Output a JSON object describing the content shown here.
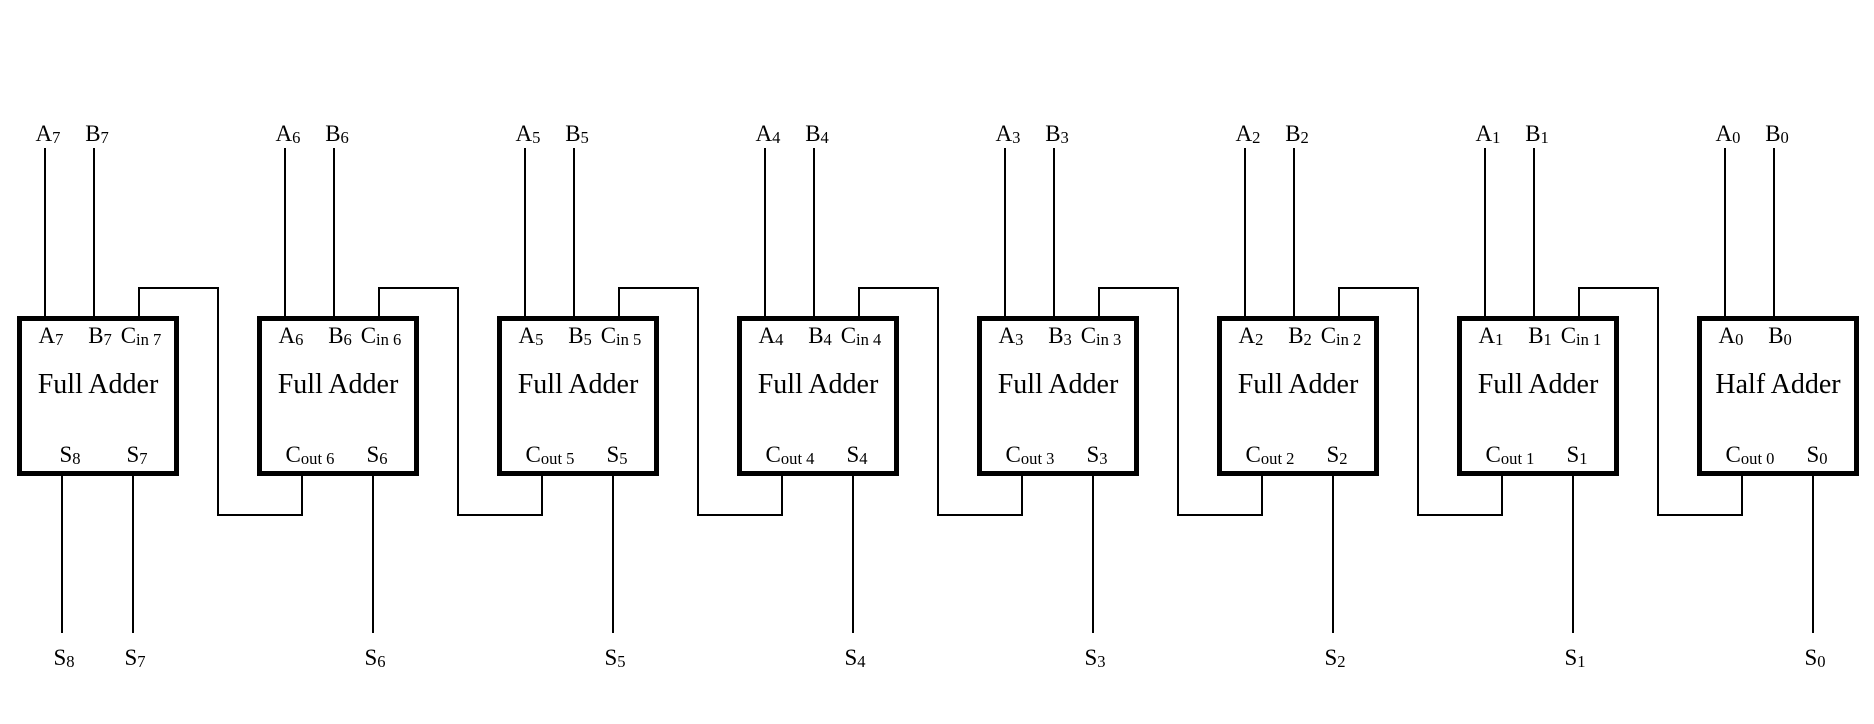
{
  "diagram": {
    "background": "#ffffff",
    "line_color": "#000000",
    "blocks": [
      {
        "type_label": "Full Adder",
        "a": {
          "base": "A",
          "sub": "7"
        },
        "b": {
          "base": "B",
          "sub": "7"
        },
        "cin": {
          "base": "C",
          "sub": "in 7"
        },
        "out_left": {
          "base": "S",
          "sub": "8"
        },
        "out_right": {
          "base": "S",
          "sub": "7"
        }
      },
      {
        "type_label": "Full Adder",
        "a": {
          "base": "A",
          "sub": "6"
        },
        "b": {
          "base": "B",
          "sub": "6"
        },
        "cin": {
          "base": "C",
          "sub": "in 6"
        },
        "out_left": {
          "base": "C",
          "sub": "out 6"
        },
        "out_right": {
          "base": "S",
          "sub": "6"
        }
      },
      {
        "type_label": "Full Adder",
        "a": {
          "base": "A",
          "sub": "5"
        },
        "b": {
          "base": "B",
          "sub": "5"
        },
        "cin": {
          "base": "C",
          "sub": "in 5"
        },
        "out_left": {
          "base": "C",
          "sub": "out 5"
        },
        "out_right": {
          "base": "S",
          "sub": "5"
        }
      },
      {
        "type_label": "Full Adder",
        "a": {
          "base": "A",
          "sub": "4"
        },
        "b": {
          "base": "B",
          "sub": "4"
        },
        "cin": {
          "base": "C",
          "sub": "in 4"
        },
        "out_left": {
          "base": "C",
          "sub": "out 4"
        },
        "out_right": {
          "base": "S",
          "sub": "4"
        }
      },
      {
        "type_label": "Full Adder",
        "a": {
          "base": "A",
          "sub": "3"
        },
        "b": {
          "base": "B",
          "sub": "3"
        },
        "cin": {
          "base": "C",
          "sub": "in 3"
        },
        "out_left": {
          "base": "C",
          "sub": "out 3"
        },
        "out_right": {
          "base": "S",
          "sub": "3"
        }
      },
      {
        "type_label": "Full Adder",
        "a": {
          "base": "A",
          "sub": "2"
        },
        "b": {
          "base": "B",
          "sub": "2"
        },
        "cin": {
          "base": "C",
          "sub": "in 2"
        },
        "out_left": {
          "base": "C",
          "sub": "out 2"
        },
        "out_right": {
          "base": "S",
          "sub": "2"
        }
      },
      {
        "type_label": "Full Adder",
        "a": {
          "base": "A",
          "sub": "1"
        },
        "b": {
          "base": "B",
          "sub": "1"
        },
        "cin": {
          "base": "C",
          "sub": "in 1"
        },
        "out_left": {
          "base": "C",
          "sub": "out 1"
        },
        "out_right": {
          "base": "S",
          "sub": "1"
        }
      },
      {
        "type_label": "Half Adder",
        "a": {
          "base": "A",
          "sub": "0"
        },
        "b": {
          "base": "B",
          "sub": "0"
        },
        "out_left": {
          "base": "C",
          "sub": "out 0"
        },
        "out_right": {
          "base": "S",
          "sub": "0"
        }
      }
    ]
  }
}
